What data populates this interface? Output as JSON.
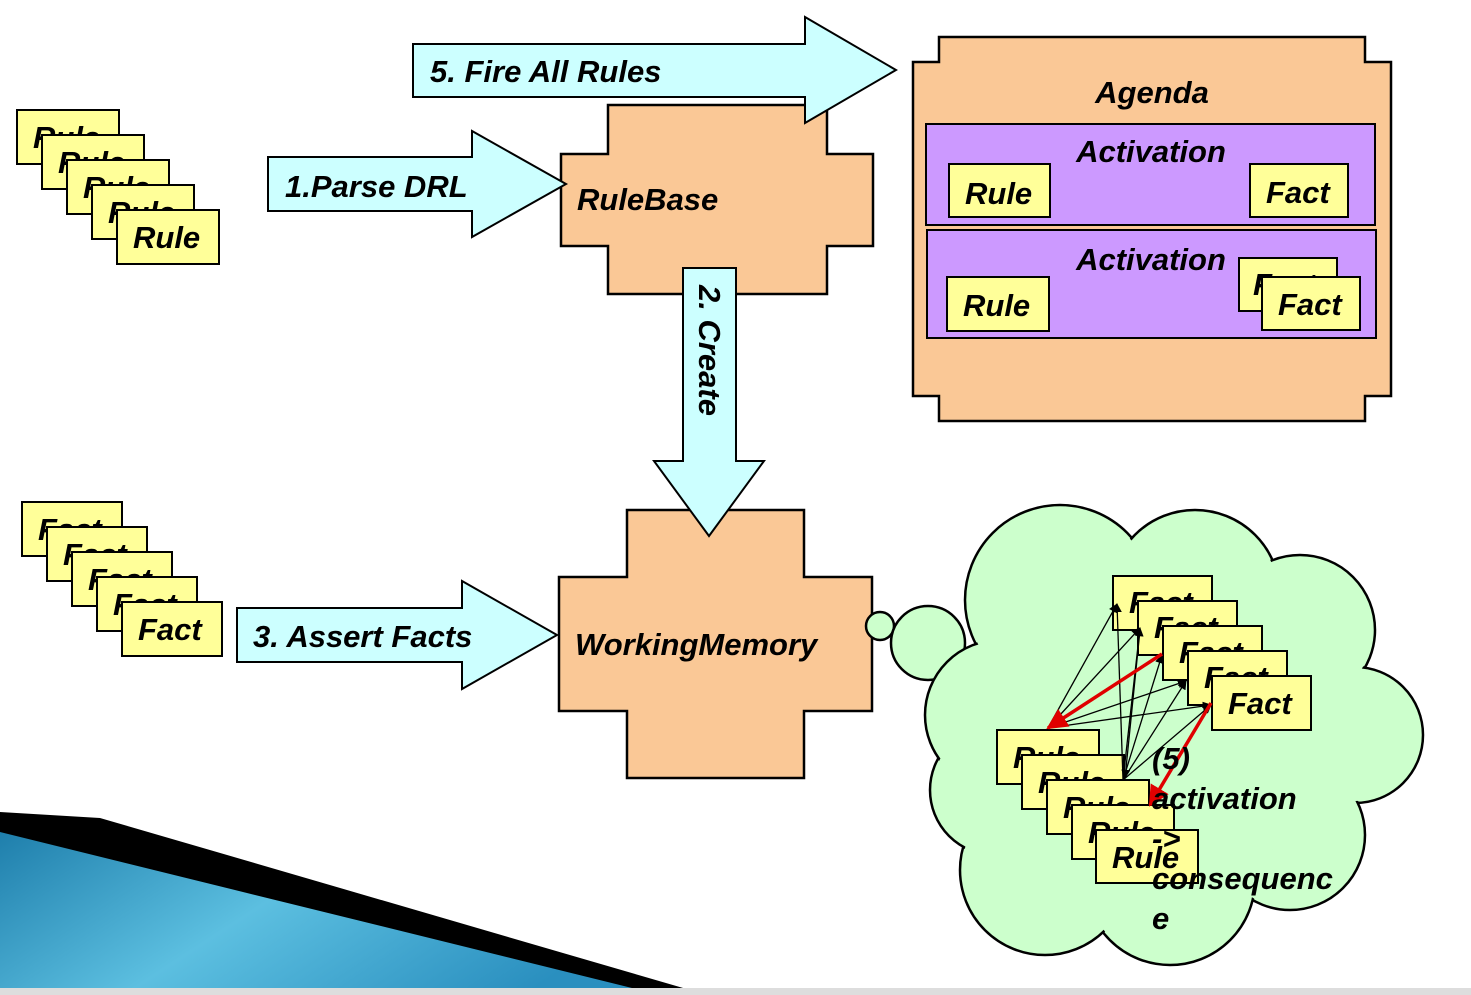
{
  "colors": {
    "arrow_fill": "#ccffff",
    "cross_fill": "#fac896",
    "activation_fill": "#cc99ff",
    "card_fill": "#ffff99",
    "cloud_fill": "#ccffcc",
    "link_red": "#e00000",
    "banner_blue": "#3aa0c8"
  },
  "rules_stack": {
    "card_label": "Rule"
  },
  "facts_stack": {
    "card_label": "Fact"
  },
  "arrows": {
    "parse": "1.Parse DRL",
    "create": "2. Create",
    "assert": "3. Assert Facts",
    "fire": "5. Fire All Rules"
  },
  "rulebase": {
    "label": "RuleBase"
  },
  "working_memory": {
    "label": "WorkingMemory"
  },
  "agenda": {
    "title": "Agenda",
    "activations": [
      {
        "title": "Activation",
        "rule": "Rule",
        "fact": "Fact"
      },
      {
        "title": "Activation",
        "rule": "Rule",
        "fact": "Fact"
      }
    ]
  },
  "cloud": {
    "fact_label": "Fact",
    "rule_label": "Rule",
    "note_lines": [
      "(5)",
      "activation",
      "->",
      "consequenc",
      "e"
    ]
  }
}
